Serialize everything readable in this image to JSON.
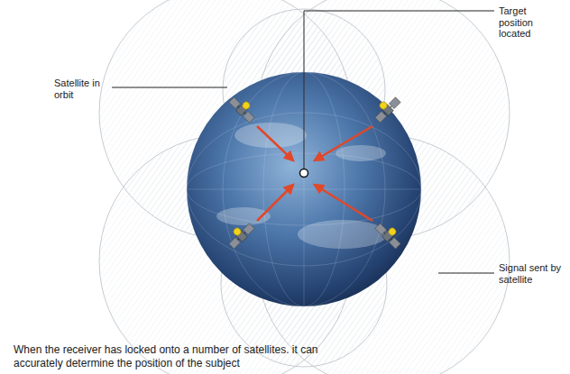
{
  "diagram": {
    "caption": "When the receiver has locked onto a number of satellites. it can accurately determine the position of the subject",
    "labels": [
      "Target position located",
      "Satellite in orbit",
      "Signal sent by satellite"
    ]
  }
}
